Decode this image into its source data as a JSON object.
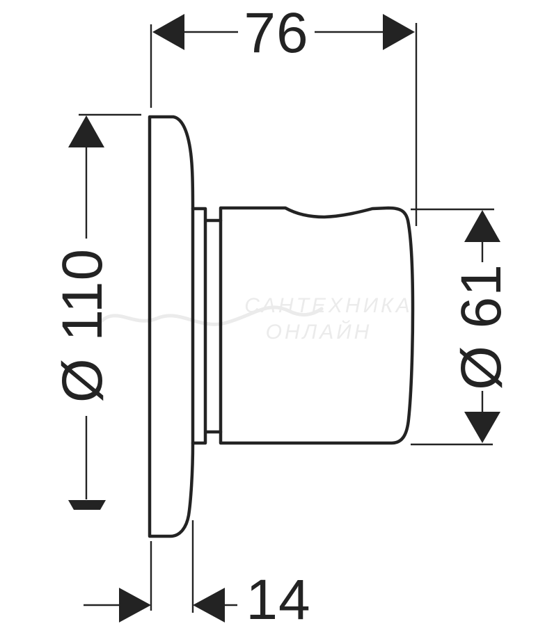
{
  "drawing": {
    "dimensions": {
      "top_width": "76",
      "left_diameter": "Ø 110",
      "right_diameter": "Ø 61",
      "bottom_depth": "14"
    },
    "watermark": {
      "line1": "САНТЕХНИКА",
      "line2": "ОНЛАЙН"
    },
    "colors": {
      "line": "#232323",
      "background": "#ffffff",
      "watermark": "#ebebeb"
    }
  }
}
